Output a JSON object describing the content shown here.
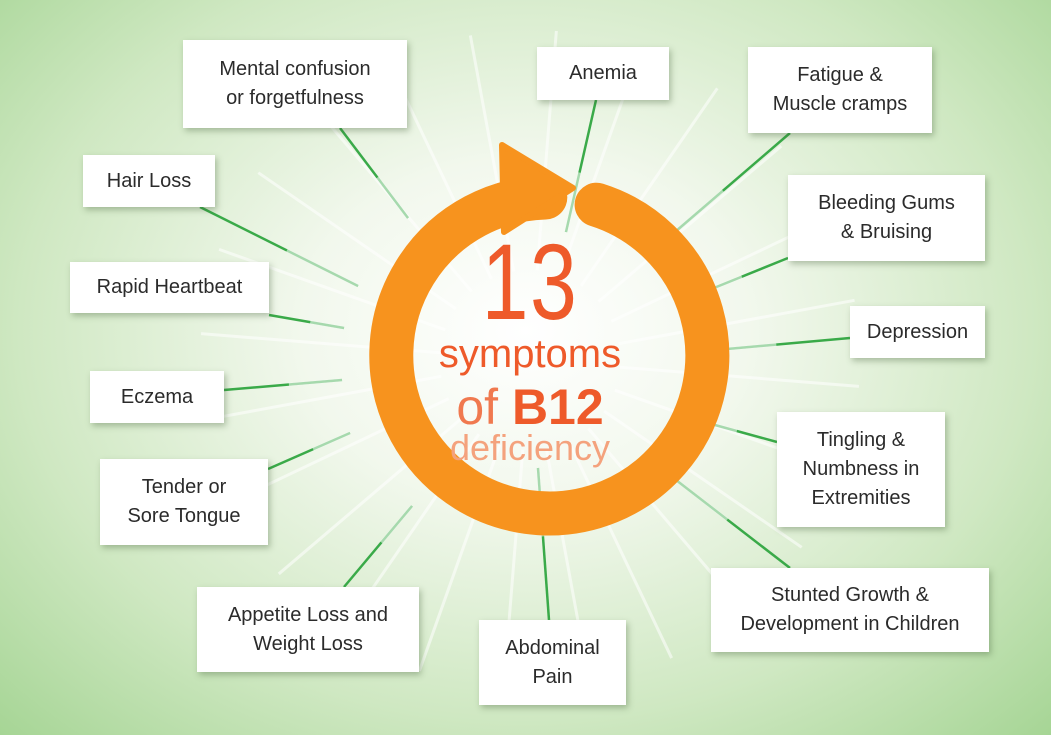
{
  "center": {
    "number": "13",
    "line1": "symptoms",
    "of": "of",
    "vitamin": "B12",
    "line3": "deficiency"
  },
  "symptoms": [
    "Mental confusion\nor forgetfulness",
    "Anemia",
    "Fatigue &\nMuscle cramps",
    "Hair Loss",
    "Bleeding Gums\n& Bruising",
    "Rapid Heartbeat",
    "Depression",
    "Eczema",
    "Tingling &\nNumbness in\nExtremities",
    "Tender or\nSore Tongue",
    "Stunted Growth &\nDevelopment in Children",
    "Appetite Loss and\nWeight Loss",
    "Abdominal\nPain"
  ],
  "colors": {
    "ring": "#f7931e",
    "number": "#ee5a2a",
    "connector": "#3aaa49",
    "box": "#ffffff"
  }
}
